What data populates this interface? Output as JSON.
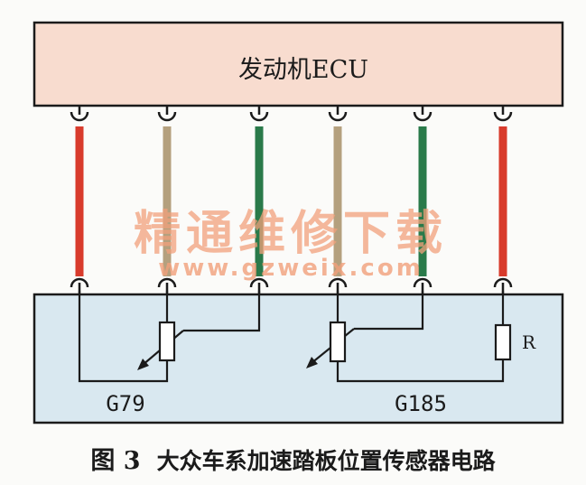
{
  "ecu": {
    "label": "发动机ECU",
    "fill": "#f8dccf"
  },
  "sensor_box": {
    "fill": "#d9e8f0"
  },
  "wires": [
    {
      "color": "#d83b2c"
    },
    {
      "color": "#b4a07e"
    },
    {
      "color": "#2a7a4a"
    },
    {
      "color": "#b4a07e"
    },
    {
      "color": "#2a7a4a"
    },
    {
      "color": "#d83b2c"
    }
  ],
  "components": {
    "g79": "G79",
    "g185": "G185",
    "resistor": "R"
  },
  "watermark": {
    "text": "精通维修下载",
    "url": "www.gzweix.com"
  },
  "caption": {
    "figure_number": "图 3",
    "title": "大众车系加速踏板位置传感器电路"
  }
}
